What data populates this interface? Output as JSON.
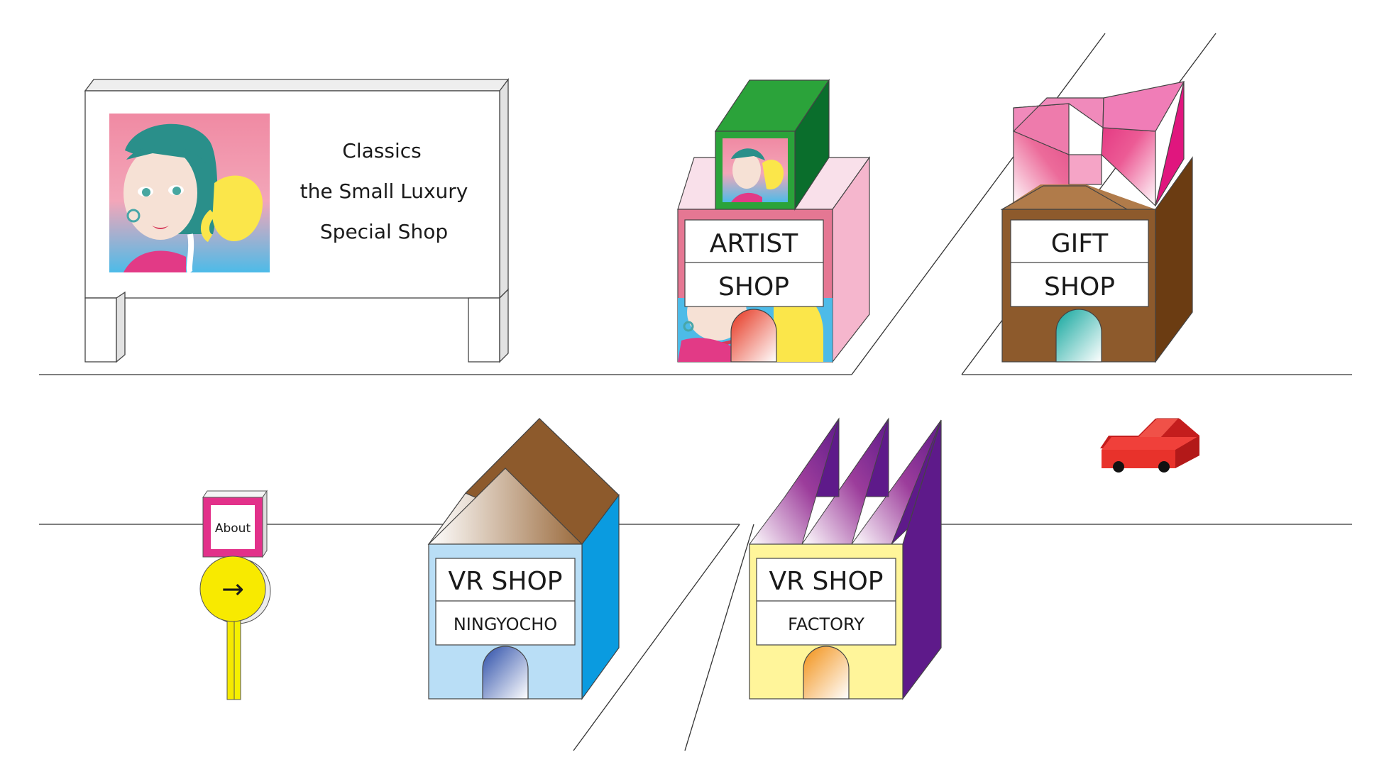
{
  "billboard": {
    "line1": "Classics",
    "line2": "the Small Luxury",
    "line3": "Special Shop"
  },
  "shops": {
    "artist": {
      "line1": "ARTIST",
      "line2": "SHOP"
    },
    "gift": {
      "line1": "GIFT",
      "line2": "SHOP"
    },
    "vr_ningyocho": {
      "line1": "VR SHOP",
      "line2": "NINGYOCHO"
    },
    "vr_factory": {
      "line1": "VR SHOP",
      "line2": "FACTORY"
    }
  },
  "signpost": {
    "label": "About",
    "arrow": "→"
  },
  "colors": {
    "green": "#2ba33a",
    "pink": "#e57793",
    "brown": "#9a6a3c",
    "blue": "#0a9be0",
    "purple": "#5e1a8a",
    "yellow": "#fff59a",
    "car": "#e8322b"
  }
}
